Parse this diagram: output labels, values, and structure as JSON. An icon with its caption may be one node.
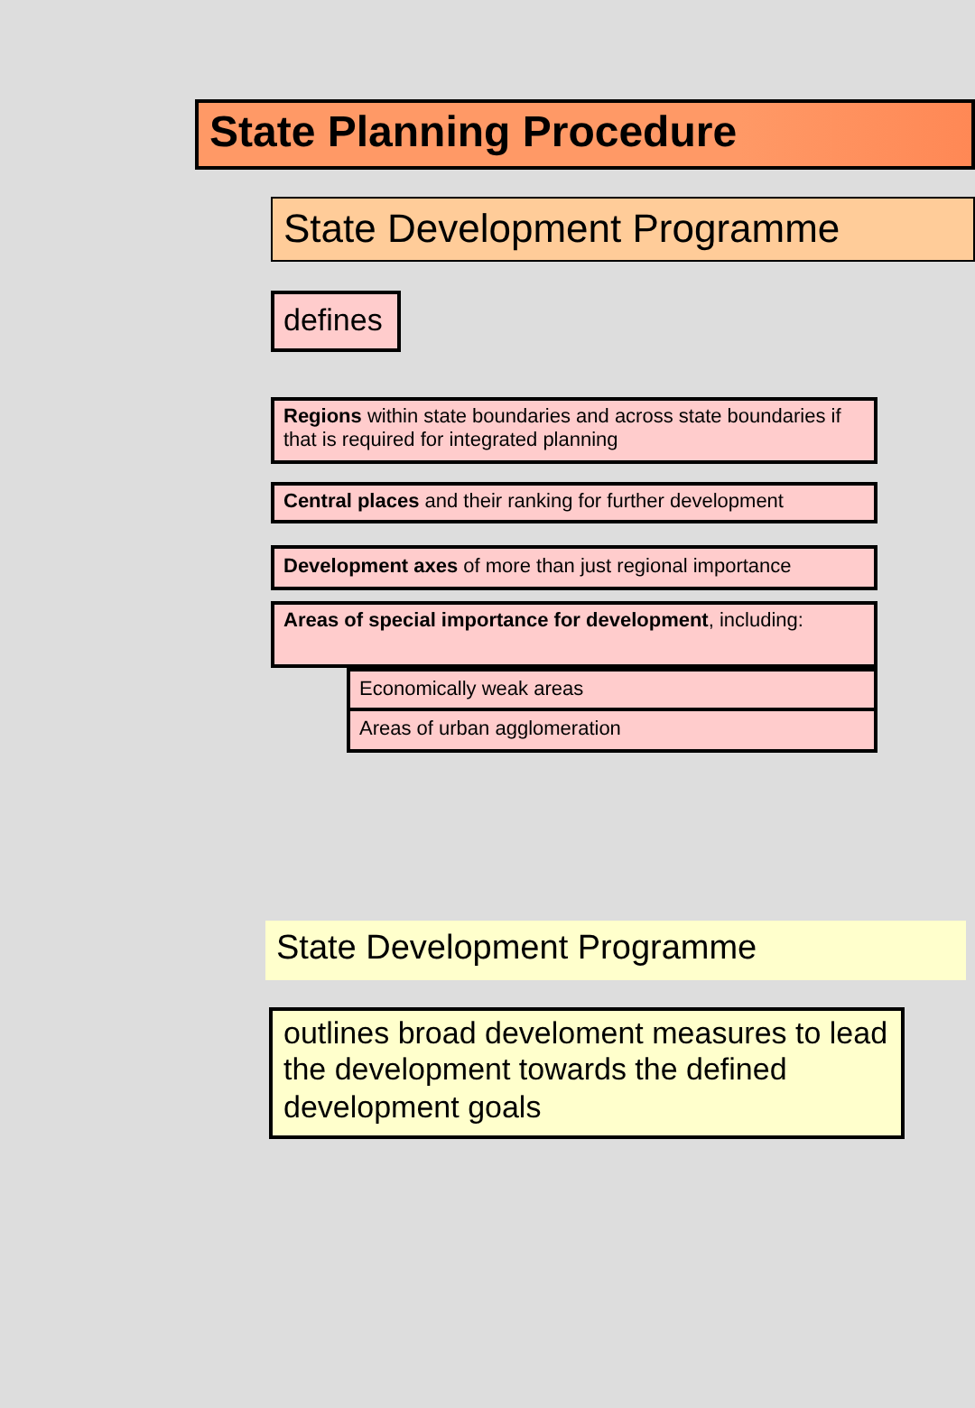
{
  "diagram": {
    "nodes": [
      {
        "text": [
          "State Planning Procedure"
        ]
      },
      {
        "text": [
          "State Development Programme"
        ]
      },
      {
        "text": [
          "defines"
        ]
      },
      {
        "text": [
          "**Regions** within state boundaries and across state boundaries if that is required for integrated planning"
        ]
      },
      {
        "text": [
          "**Central places** and their ranking for further development"
        ]
      },
      {
        "text": [
          "**Development axes** of more than just regional importance"
        ]
      },
      {
        "text": [
          "**Areas of special importance for development**, including:"
        ]
      },
      {
        "text": [
          "Economically weak areas"
        ]
      },
      {
        "text": [
          "Areas of urban agglomeration"
        ]
      },
      {
        "text": [
          "State Development Programme"
        ]
      },
      {
        "text": [
          "outlines broad develoment measures to lead the development towards the defined development goals"
        ]
      }
    ]
  }
}
